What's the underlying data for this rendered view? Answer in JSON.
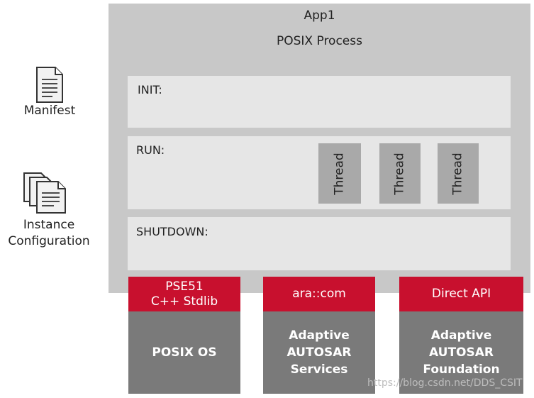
{
  "app": {
    "title": "App1",
    "subtitle": "POSIX Process"
  },
  "phases": {
    "init": "INIT:",
    "run": "RUN:",
    "shutdown": "SHUTDOWN:"
  },
  "threads": [
    "Thread",
    "Thread",
    "Thread"
  ],
  "side": {
    "manifest": "Manifest",
    "instance_line1": "Instance",
    "instance_line2": "Configuration"
  },
  "interfaces": [
    {
      "red_lines": [
        "PSE51",
        "C++ Stdlib"
      ],
      "grey_lines": [
        "POSIX OS"
      ]
    },
    {
      "red_lines": [
        "ara::com"
      ],
      "grey_lines": [
        "Adaptive",
        "AUTOSAR",
        "Services"
      ]
    },
    {
      "red_lines": [
        "Direct API"
      ],
      "grey_lines": [
        "Adaptive",
        "AUTOSAR",
        "Foundation"
      ]
    }
  ],
  "watermark": "https://blog.csdn.net/DDS_CSIT",
  "colors": {
    "app_bg": "#c8c8c8",
    "phase_bg": "#e6e6e6",
    "thread_bg": "#a9a9a9",
    "accent_red": "#c8102e",
    "base_grey": "#7a7a7a"
  },
  "icons": {
    "manifest": "document-icon",
    "instance": "stacked-documents-icon"
  }
}
